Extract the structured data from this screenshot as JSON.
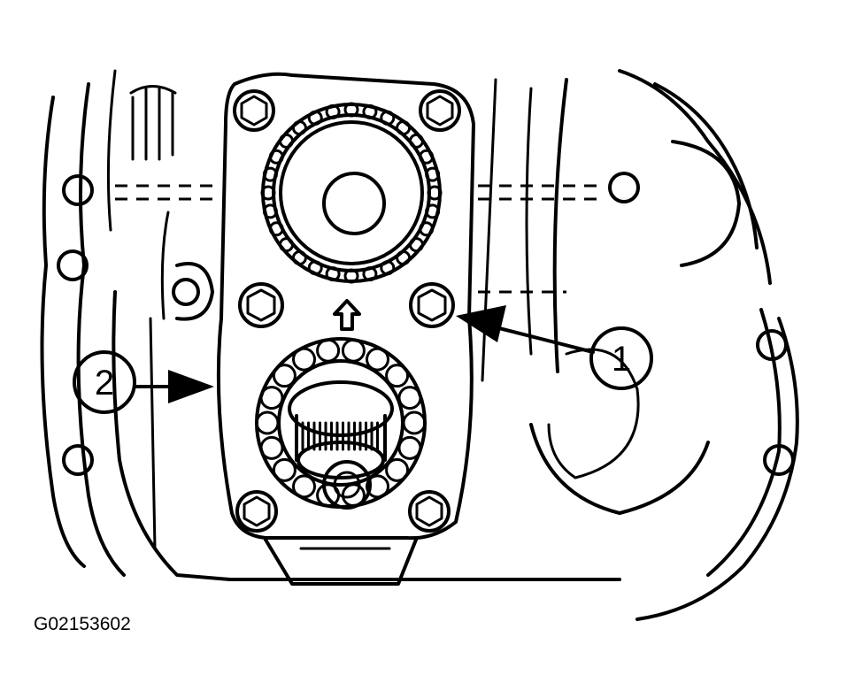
{
  "figure": {
    "code": "G02153602"
  },
  "callouts": [
    {
      "id": 1,
      "label": "1"
    },
    {
      "id": 2,
      "label": "2"
    }
  ],
  "colors": {
    "ink": "#000000",
    "paper": "#ffffff"
  }
}
